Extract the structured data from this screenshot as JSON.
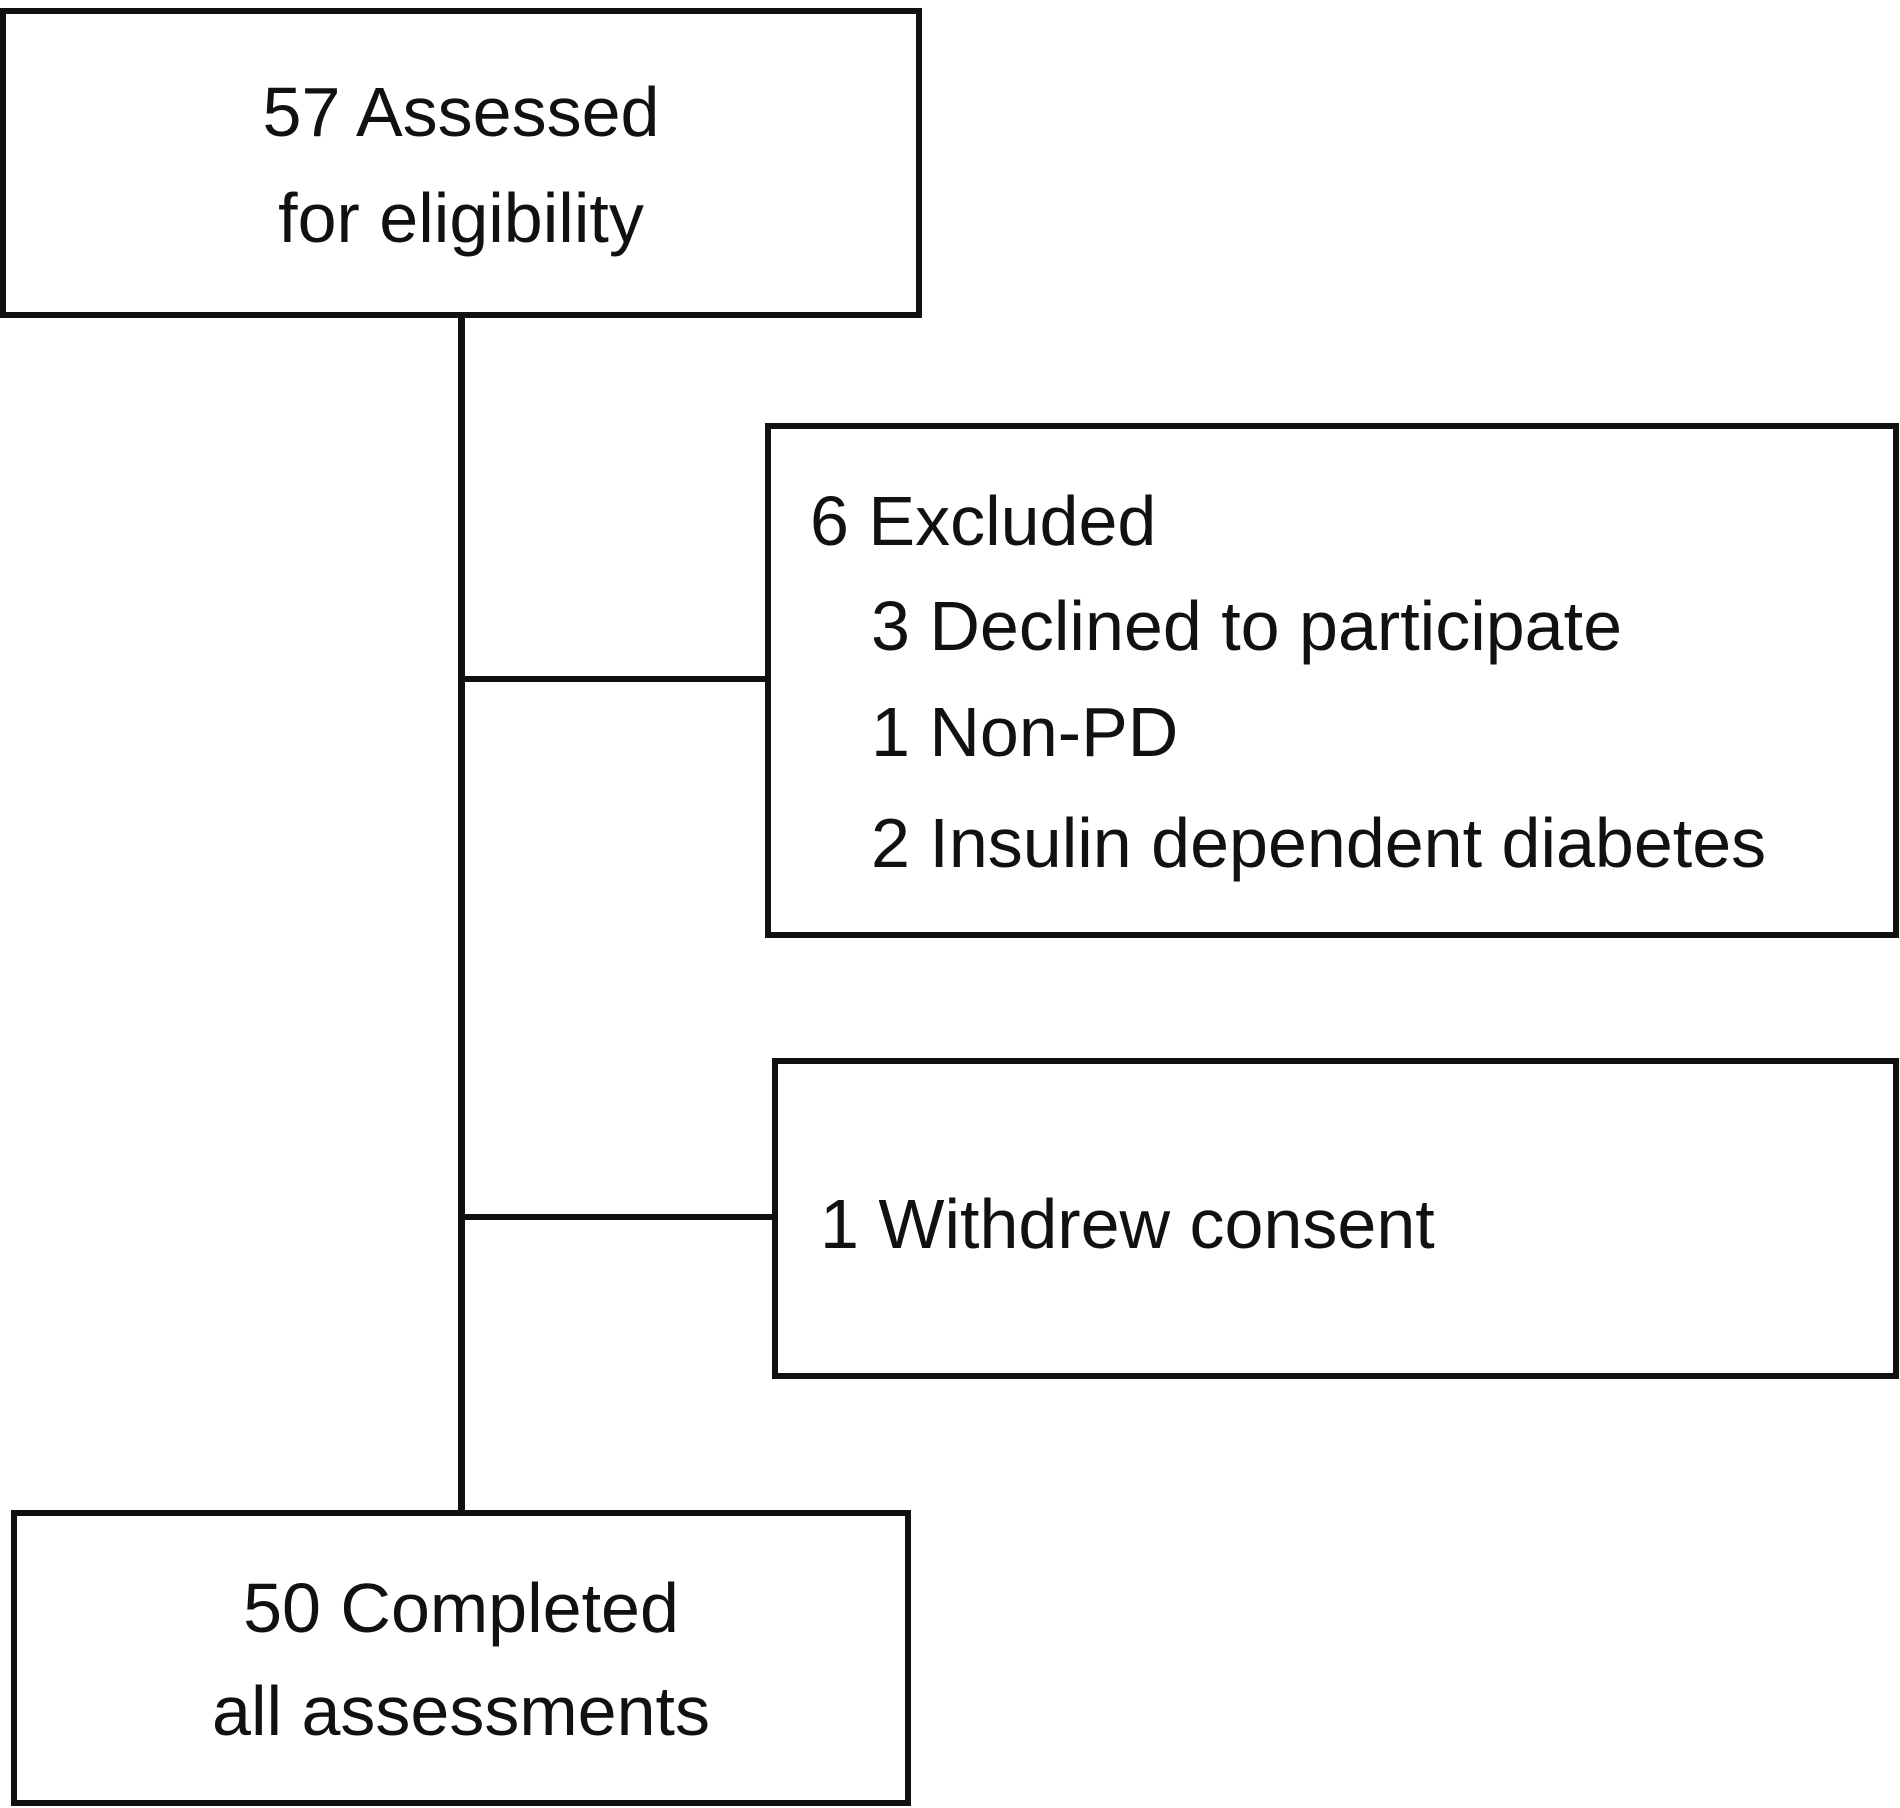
{
  "flowchart": {
    "assessed": {
      "line1": "57 Assessed",
      "line2": "for eligibility"
    },
    "excluded": {
      "title": "6 Excluded",
      "items": [
        "3 Declined to participate",
        "1 Non-PD",
        "2 Insulin dependent diabetes"
      ]
    },
    "withdrew": {
      "text": "1 Withdrew consent"
    },
    "completed": {
      "line1": "50  Completed",
      "line2": "all assessments"
    }
  },
  "colors": {
    "line": "#111111",
    "background": "#ffffff"
  }
}
